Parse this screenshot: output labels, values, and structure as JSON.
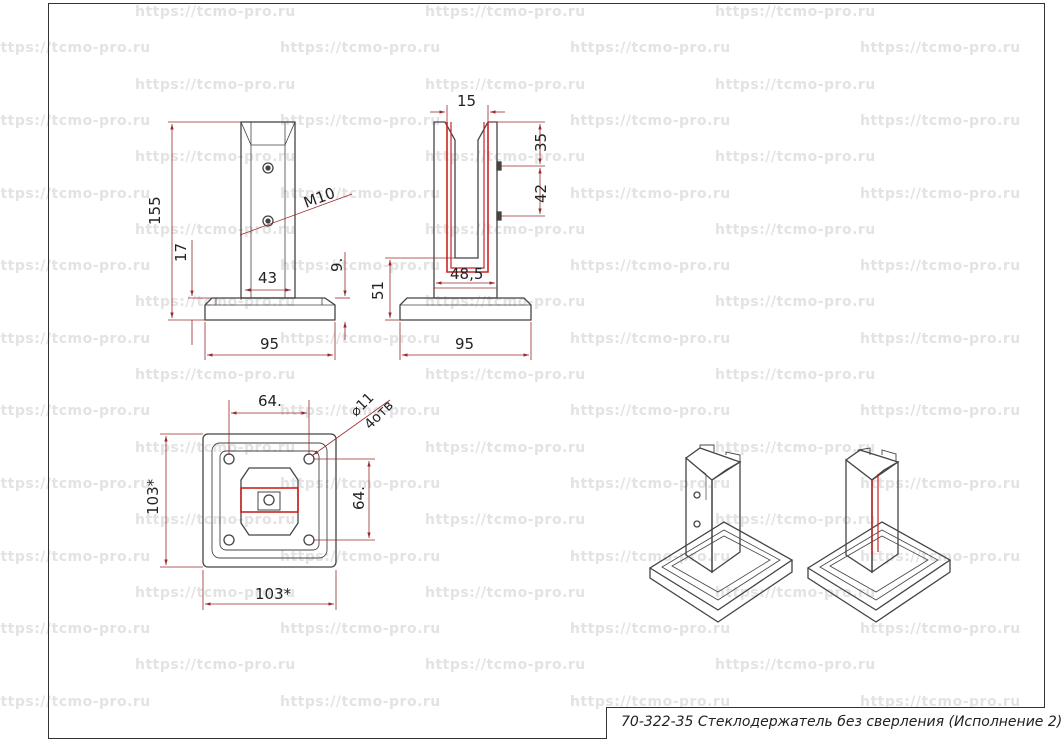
{
  "watermark": "https://tcmo-pro.ru",
  "title_block": {
    "text": "70-322-35  Стеклодержатель без сверления (Исполнение 2)"
  },
  "front_view": {
    "height": "155",
    "base_h": "17",
    "pad": "9.",
    "width_top": "43",
    "thread": "M10",
    "base_w": "95"
  },
  "side_view": {
    "slot": "15",
    "d1": "35",
    "d2": "42",
    "inner": "48,5",
    "h": "51",
    "base_w": "95"
  },
  "plan_view": {
    "w": "103*",
    "h": "103*",
    "hole_spacing_x": "64.",
    "hole_spacing_y": "64.",
    "hole_d": "⌀11",
    "hole_count": "4отв"
  },
  "colors": {
    "line": "#444444",
    "dim": "#9a2a2a",
    "accent": "#cc2222",
    "watermark": "#e3e3e3"
  }
}
